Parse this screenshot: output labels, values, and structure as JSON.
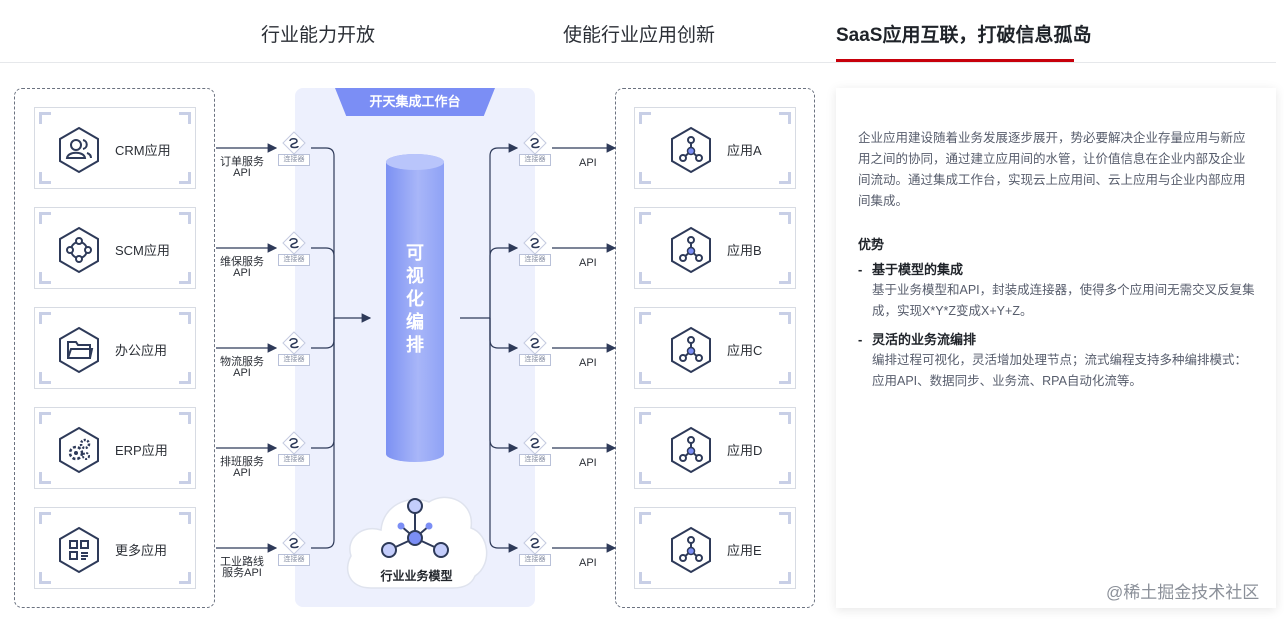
{
  "tabs": [
    {
      "label": "行业能力开放"
    },
    {
      "label": "使能行业应用创新"
    },
    {
      "label": "SaaS应用互联，打破信息孤岛"
    }
  ],
  "diagram": {
    "platform_title": "开天集成工作台",
    "connector_tag": "连接器",
    "left_apps": [
      {
        "label": "CRM应用",
        "icon": "user-group-icon",
        "service": "订单服务\nAPI"
      },
      {
        "label": "SCM应用",
        "icon": "network-icon",
        "service": "维保服务\nAPI"
      },
      {
        "label": "办公应用",
        "icon": "folder-icon",
        "service": "物流服务\nAPI"
      },
      {
        "label": "ERP应用",
        "icon": "gears-icon",
        "service": "排班服务\nAPI"
      },
      {
        "label": "更多应用",
        "icon": "grid-icon",
        "service": "工业路线\n服务API"
      }
    ],
    "center_label": "可视化编排",
    "model_label": "行业业务模型",
    "right_apps": [
      {
        "label": "应用A",
        "api": "API"
      },
      {
        "label": "应用B",
        "api": "API"
      },
      {
        "label": "应用C",
        "api": "API"
      },
      {
        "label": "应用D",
        "api": "API"
      },
      {
        "label": "应用E",
        "api": "API"
      }
    ],
    "colors": {
      "accent": "#7b8ef5",
      "icon": "#2e3a59",
      "tab_active": "#c7000b"
    }
  },
  "description": {
    "intro": "企业应用建设随着业务发展逐步展开，势必要解决企业存量应用与新应用之间的协同，通过建立应用间的水管，让价值信息在企业内部及企业间流动。通过集成工作台，实现云上应用间、云上应用与企业内部应用间集成。",
    "heading": "优势",
    "advantages": [
      {
        "title": "基于模型的集成",
        "body": "基于业务模型和API，封装成连接器，使得多个应用间无需交叉反复集成，实现X*Y*Z变成X+Y+Z。"
      },
      {
        "title": "灵活的业务流编排",
        "body": "编排过程可视化，灵活增加处理节点；流式编程支持多种编排模式：应用API、数据同步、业务流、RPA自动化流等。"
      }
    ]
  },
  "watermark": "@稀土掘金技术社区"
}
